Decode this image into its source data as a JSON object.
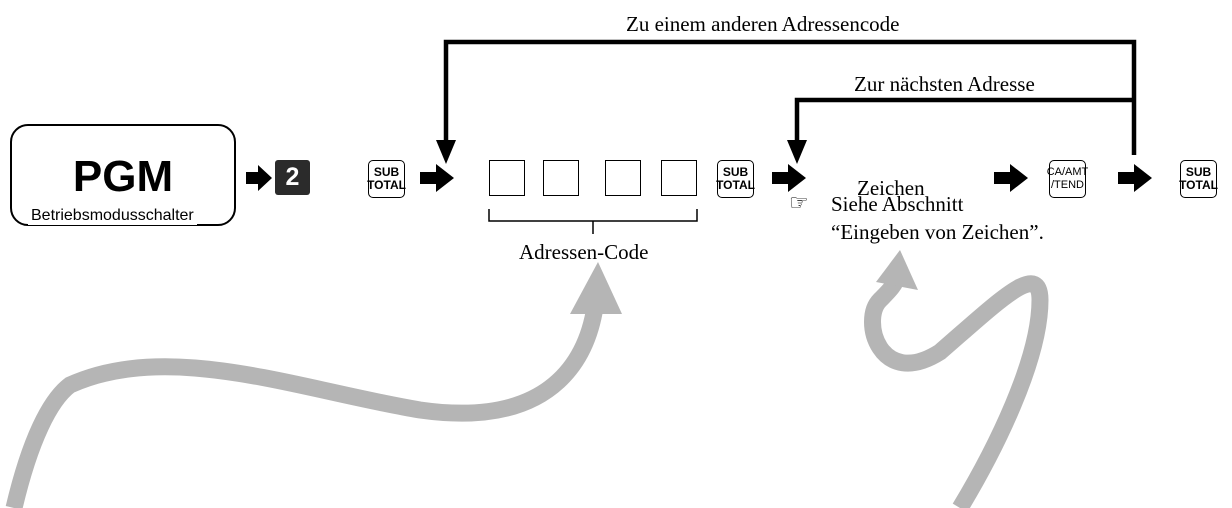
{
  "labels": {
    "other_code": "Zu einem anderen Adressencode",
    "next_address": "Zur nächsten Adresse",
    "address_code": "Adressen-Code",
    "characters": "Zeichen",
    "see_section_line1": "Siehe Abschnitt",
    "see_section_line2": "“Eingeben von Zeichen”."
  },
  "pgm": {
    "title": "PGM",
    "caption": "Betriebsmodusschalter"
  },
  "keys": {
    "numeric": "2",
    "subtotal_top": "SUB",
    "subtotal_bottom": "TOTAL",
    "ca_top": "CA/AMT",
    "ca_bottom": "/TEND"
  },
  "pointer_symbol": "☞",
  "colors": {
    "arrow_gray": "#b5b5b5",
    "key_dark": "#2b2b2b"
  }
}
